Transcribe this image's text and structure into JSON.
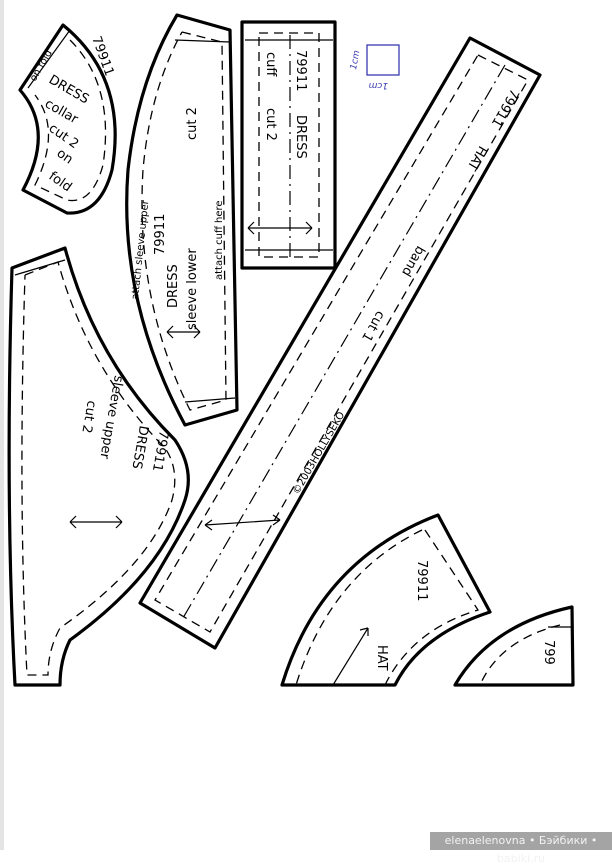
{
  "pieces": {
    "collar": {
      "code": "79911",
      "garment": "DRESS",
      "name": "collar",
      "cut": "cut 2",
      "on": "on",
      "fold": "fold",
      "fold_mark": "on fold"
    },
    "sleeve_lower": {
      "code": "79911",
      "garment": "DRESS",
      "name": "sleeve lower",
      "cut": "cut 2",
      "attach_upper": "attach sleeve upper",
      "attach_cuff": "attach cuff here"
    },
    "cuff": {
      "code": "79911",
      "garment": "DRESS",
      "name": "cuff",
      "cut": "cut 2"
    },
    "scale": {
      "label_side": "1cm",
      "label_bottom": "1cm"
    },
    "hat_band": {
      "code": "79911",
      "garment": "HAT",
      "name": "band",
      "cut": "cut 1",
      "copyright": "©2003HOLLYSEKO"
    },
    "sleeve_upper": {
      "code": "79911",
      "garment": "DRESS",
      "name": "sleeve upper",
      "cut": "cut 2"
    },
    "hat_brim": {
      "code": "79911",
      "garment": "HAT"
    },
    "hat_crown": {
      "code": "799"
    }
  },
  "watermark": "elenaelenovna • Бэйбики • babiki.ru",
  "colors": {
    "ink": "#000000",
    "scale_ink": "#3a3ab0"
  }
}
